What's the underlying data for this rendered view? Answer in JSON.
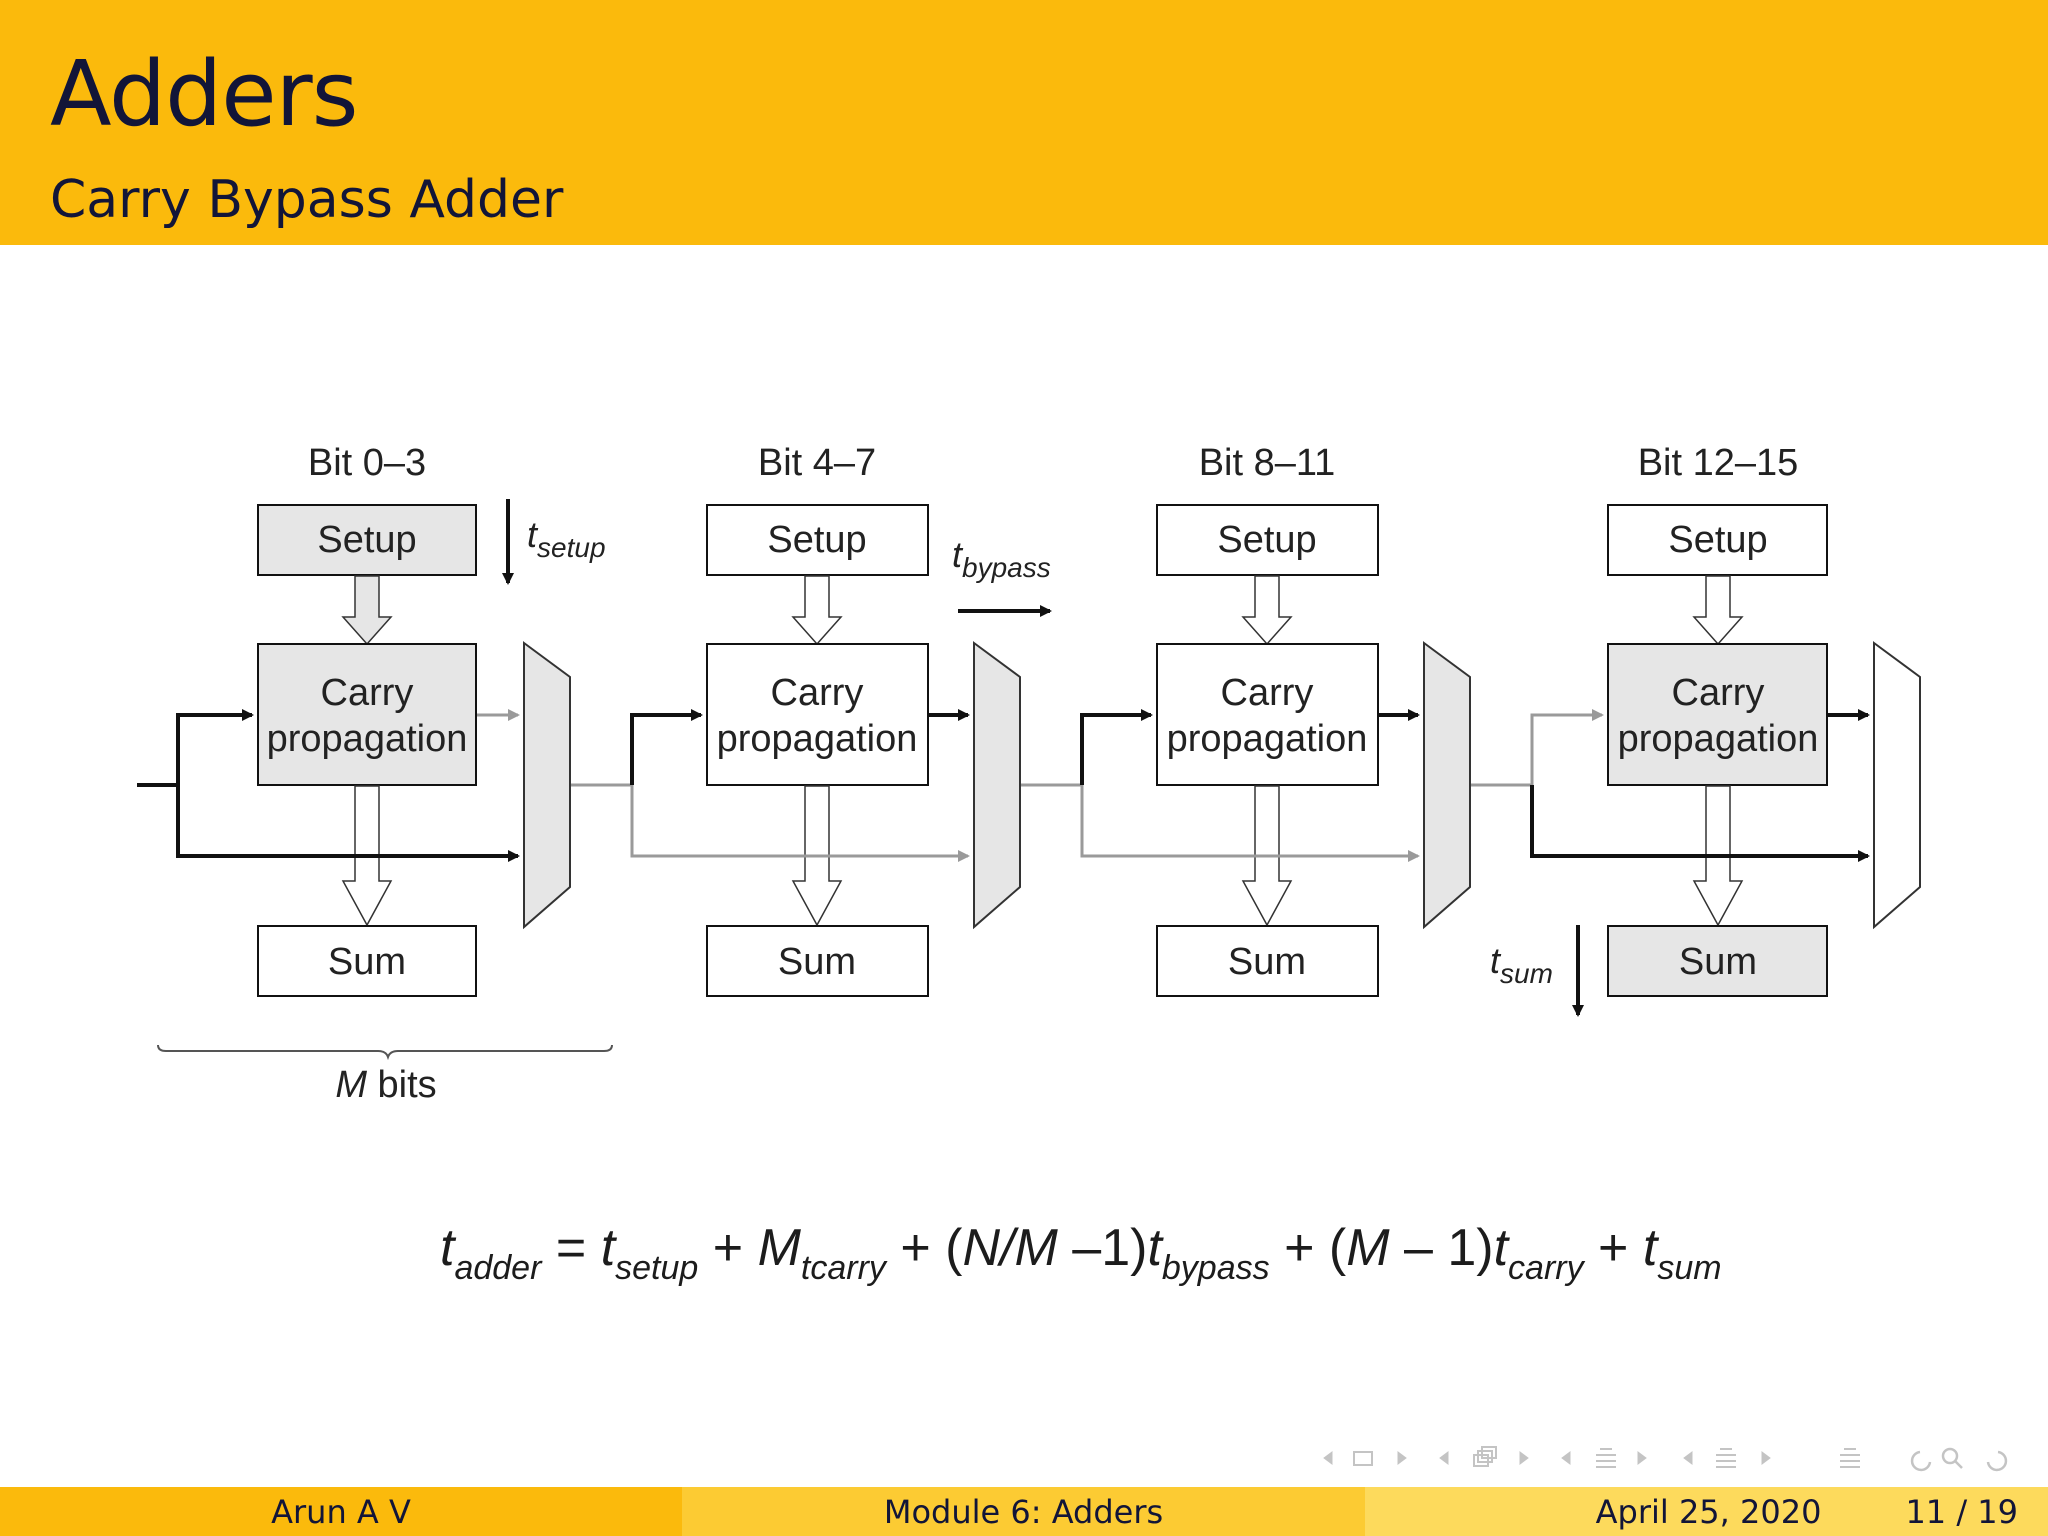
{
  "header": {
    "title": "Adders",
    "subtitle": "Carry Bypass Adder"
  },
  "diagram": {
    "blocks": [
      {
        "range": "Bit 0–3",
        "setup": "Setup",
        "carry_line1": "Carry",
        "carry_line2": "propagation",
        "sum": "Sum"
      },
      {
        "range": "Bit 4–7",
        "setup": "Setup",
        "carry_line1": "Carry",
        "carry_line2": "propagation",
        "sum": "Sum"
      },
      {
        "range": "Bit 8–11",
        "setup": "Setup",
        "carry_line1": "Carry",
        "carry_line2": "propagation",
        "sum": "Sum"
      },
      {
        "range": "Bit 12–15",
        "setup": "Setup",
        "carry_line1": "Carry",
        "carry_line2": "propagation",
        "sum": "Sum"
      }
    ],
    "t_setup": {
      "base": "t",
      "sub": "setup"
    },
    "t_bypass": {
      "base": "t",
      "sub": "bypass"
    },
    "t_sum": {
      "base": "t",
      "sub": "sum"
    },
    "m_bits": {
      "var": "M",
      "text": " bits"
    }
  },
  "formula": {
    "t_adder": "t",
    "adder_sub": "adder",
    "eq": " = ",
    "t1": "t",
    "setup_sub": "setup",
    "plus1": " + ",
    "m": "M",
    "tcarry_sub": "tcarry",
    "plus2": " + (",
    "nm": "N/M",
    "minus1": " –1)",
    "t2": "t",
    "bypass_sub": "bypass",
    "plus3": " + (",
    "m2": "M",
    "minus2": " – 1)",
    "t3": "t",
    "carry_sub": "carry",
    "plus4": " + ",
    "t4": "t",
    "sum_sub": "sum"
  },
  "navigation": {
    "icons": [
      "nav-left-icon",
      "frame-icon",
      "nav-right-icon",
      "nav-left-icon",
      "subsection-icon",
      "nav-right-icon",
      "nav-left-icon",
      "section-icon",
      "nav-right-icon",
      "nav-left-icon",
      "outline-icon",
      "nav-right-icon",
      "toc-icon",
      "undo-icon",
      "search-icon",
      "redo-icon"
    ]
  },
  "footer": {
    "author": "Arun A V",
    "module": "Module 6: Adders",
    "date": "April 25, 2020",
    "page": "11 / 19"
  },
  "colors": {
    "header_bg": "#FBBA0C",
    "title_text": "#121538",
    "box_shaded": "#E6E6E6",
    "gray_line": "#9A9A9A"
  }
}
